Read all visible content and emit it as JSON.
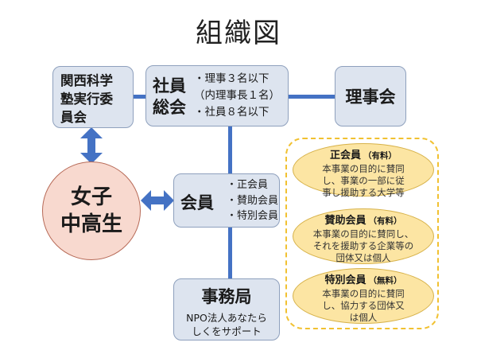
{
  "title": "組織図",
  "board": {
    "lines": [
      "関西科学",
      "塾実行委",
      "員会"
    ]
  },
  "assembly": {
    "label_lines": [
      "社員",
      "総会"
    ],
    "details": [
      "・理事３名以下",
      "（内理事長１名）",
      "・社員８名以下"
    ]
  },
  "directors": {
    "label": "理事会"
  },
  "students": {
    "lines": [
      "女子",
      "中高生"
    ]
  },
  "members": {
    "label": "会員",
    "details": [
      "・正会員",
      "・賛助会員",
      "・特別会員"
    ]
  },
  "office": {
    "label": "事務局",
    "lines": [
      "NPO法人あなたら",
      "しくをサポート"
    ]
  },
  "member_types": [
    {
      "name": "正会員",
      "tag": "（有料）",
      "lines": [
        "本事業の目的に賛同",
        "し、事業の一部に従",
        "事し援助する大学等"
      ]
    },
    {
      "name": "賛助会員",
      "tag": "（有料）",
      "lines": [
        "本事業の目的に賛同し、",
        "それを援助する企業等の",
        "団体又は個人"
      ]
    },
    {
      "name": "特別会員",
      "tag": "（無料）",
      "lines": [
        "本事業の目的に賛同",
        "し、協力する団体又",
        "は個人"
      ]
    }
  ],
  "colors": {
    "box_fill": "#dde4ef",
    "connector": "#4472c4",
    "circle_fill": "#f8d9cf",
    "ellipse_fill": "#fce5a3",
    "dashed_border": "#f1c131"
  },
  "icons": {
    "arrows": [
      "double-arrow-vertical",
      "double-arrow-horizontal"
    ]
  }
}
